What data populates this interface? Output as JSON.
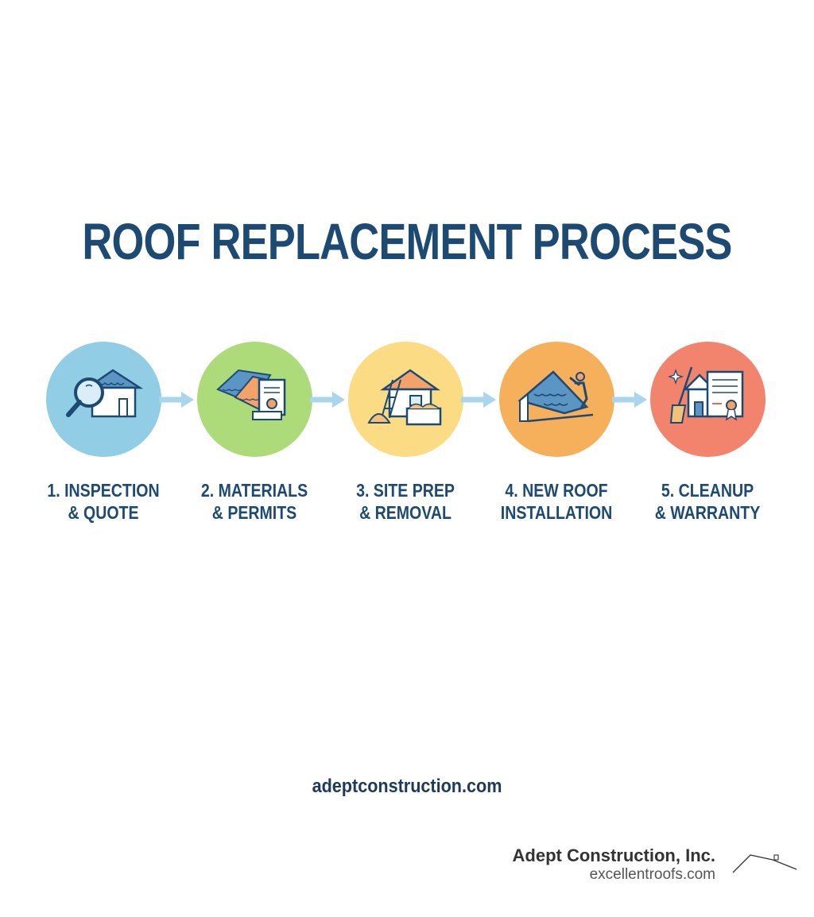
{
  "title": "ROOF REPLACEMENT PROCESS",
  "colors": {
    "title": "#1d4a73",
    "arrow": "#a9d6ec",
    "icon_stroke": "#1d4a73"
  },
  "steps": [
    {
      "line1": "1. INSPECTION",
      "line2": "& QUOTE",
      "color": "#92cde6",
      "icon": "magnifier-house-icon"
    },
    {
      "line1": "2. MATERIALS",
      "line2": "& PERMITS",
      "color": "#addb7a",
      "icon": "shingles-permit-icon"
    },
    {
      "line1": "3. SITE PREP",
      "line2": "& REMOVAL",
      "color": "#fbdc84",
      "icon": "house-dumpster-icon"
    },
    {
      "line1": "4. NEW ROOF",
      "line2": "INSTALLATION",
      "color": "#f6b05c",
      "icon": "roofer-installing-icon"
    },
    {
      "line1": "5. CLEANUP",
      "line2": "& WARRANTY",
      "color": "#f2836c",
      "icon": "broom-warranty-icon"
    }
  ],
  "website": "adeptconstruction.com",
  "brand": {
    "name": "Adept Construction, Inc.",
    "site": "excellentroofs.com",
    "logo_icon": "roofline-logo-icon"
  }
}
